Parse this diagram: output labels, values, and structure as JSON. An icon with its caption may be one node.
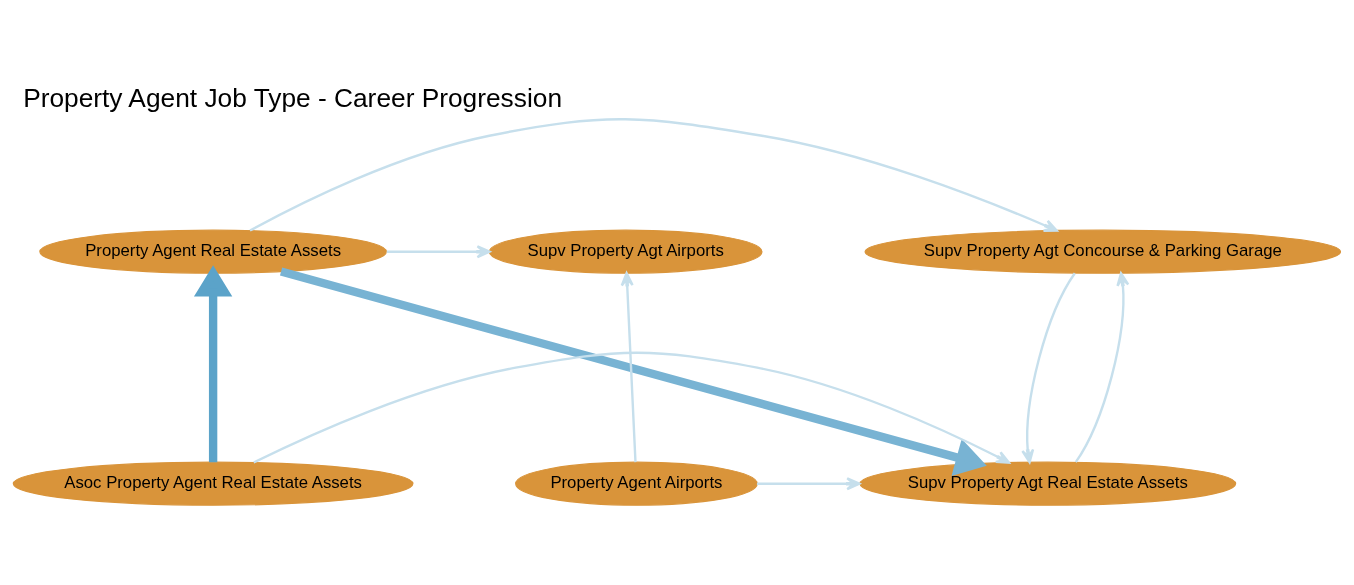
{
  "diagram": {
    "title": "Property Agent Job Type - Career Progression",
    "nodes": [
      {
        "text": [
          "Supv Property Agt Concourse & Parking Garage"
        ]
      },
      {
        "text": [
          "Property Agent Real Estate Assets"
        ]
      },
      {
        "text": [
          "Supv Property Agt Airports"
        ]
      },
      {
        "text": [
          "Supv Property Agt Real Estate Assets"
        ]
      },
      {
        "text": [
          "Asoc Property Agent Real Estate Assets"
        ]
      },
      {
        "text": [
          "Property Agent Airports"
        ]
      }
    ],
    "edges": [
      {
        "from": 1,
        "to": 0,
        "arrow": "to"
      },
      {
        "from": 1,
        "to": 2,
        "arrow": "to"
      },
      {
        "from": 4,
        "to": 1,
        "arrow": "to",
        "style": "thick",
        "color": "#5ba3c9"
      },
      {
        "from": 1,
        "to": 3,
        "arrow": "to",
        "style": "thick",
        "color": "#78b3d3"
      },
      {
        "from": 3,
        "to": 0,
        "arrow": "to"
      },
      {
        "from": 0,
        "to": 3,
        "arrow": "to"
      },
      {
        "from": 4,
        "to": 3,
        "arrow": "to"
      },
      {
        "from": 5,
        "to": 3,
        "arrow": "to"
      },
      {
        "from": 5,
        "to": 2,
        "arrow": "to"
      }
    ]
  }
}
